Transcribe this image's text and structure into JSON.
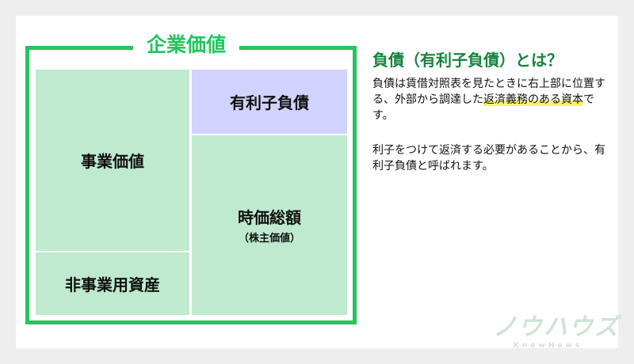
{
  "colors": {
    "page_bg": "#eeeeee",
    "card_bg": "#ffffff",
    "frame_green": "#22c55e",
    "cell_green": "#bfead0",
    "cell_lavender": "#d2d2fe",
    "heading_green": "#16843f",
    "highlight_yellow": "#f6f56a",
    "logo_color": "#cfe3d6"
  },
  "diagram": {
    "frame_title": "企業価値",
    "cells": {
      "business_value": "事業価値",
      "interest_bearing_debt": "有利子負債",
      "market_cap": "時価総額",
      "market_cap_sub": "（株主価値）",
      "non_business_assets": "非事業用資産"
    }
  },
  "explanation": {
    "title": "負債（有利子負債）とは？",
    "paragraph1": {
      "text_before": "負債は賃借対照表を見たときに右上部に位置する、外部から調達した",
      "highlight": "返済義務のある資本",
      "text_after": "です。"
    },
    "paragraph2": "利子をつけて返済する必要があることから、有利子負債と呼ばれます。"
  },
  "logo": {
    "main": "ノウハウズ",
    "sub": "KnowHows"
  }
}
